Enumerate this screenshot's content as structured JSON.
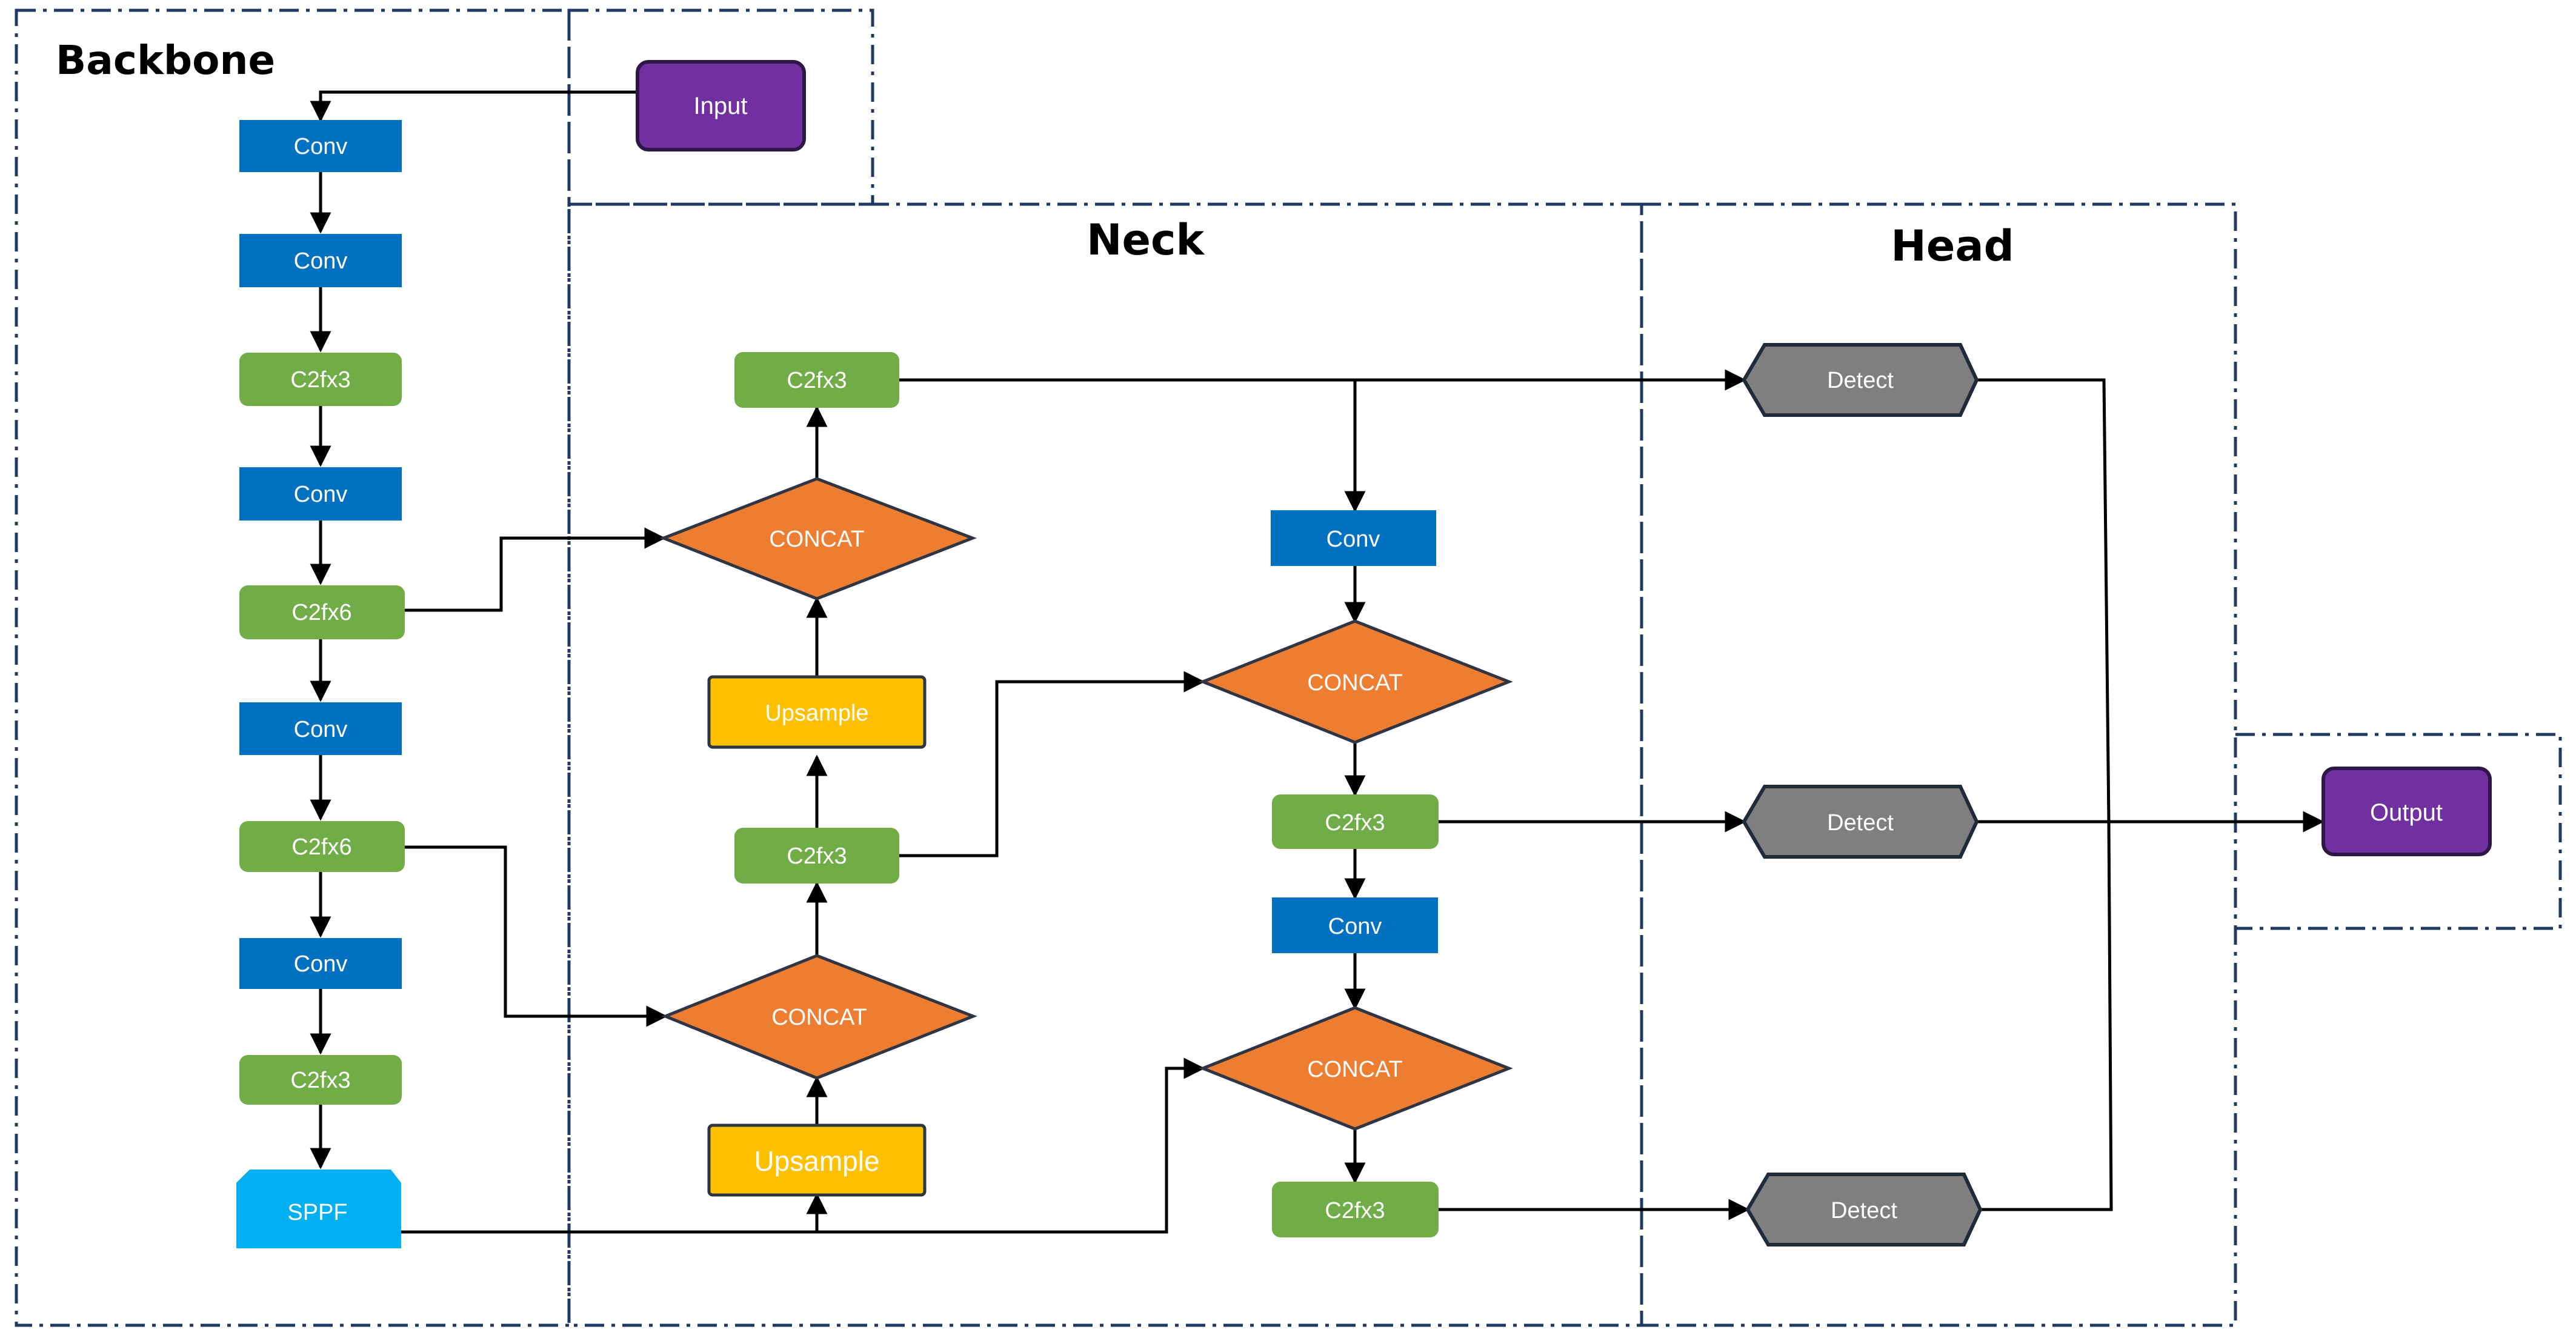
{
  "sections": {
    "backbone": "Backbone",
    "neck": "Neck",
    "head": "Head"
  },
  "nodes": {
    "input": "Input",
    "output": "Output",
    "bb_conv1": "Conv",
    "bb_conv2": "Conv",
    "bb_c2f1": "C2fx3",
    "bb_conv3": "Conv",
    "bb_c2f2": "C2fx6",
    "bb_conv4": "Conv",
    "bb_c2f3": "C2fx6",
    "bb_conv5": "Conv",
    "bb_c2f4": "C2fx3",
    "bb_sppf": "SPPF",
    "nk_c2f_top": "C2fx3",
    "nk_concat1": "CONCAT",
    "nk_upsample1": "Upsample",
    "nk_c2f_mid": "C2fx3",
    "nk_concat2": "CONCAT",
    "nk_upsample2": "Upsample",
    "nk_conv_a": "Conv",
    "nk_concat3": "CONCAT",
    "nk_c2f_r1": "C2fx3",
    "nk_conv_b": "Conv",
    "nk_concat4": "CONCAT",
    "nk_c2f_r2": "C2fx3",
    "hd_detect1": "Detect",
    "hd_detect2": "Detect",
    "hd_detect3": "Detect"
  },
  "colors": {
    "conv": "#0070c0",
    "c2f": "#70ad47",
    "concat": "#ed7d31",
    "upsample": "#ffc000",
    "sppf": "#00b0f0",
    "detect": "#7f7f7f",
    "io": "#7030a0",
    "dashed_border": "#1f3864",
    "arrow": "#000000"
  }
}
